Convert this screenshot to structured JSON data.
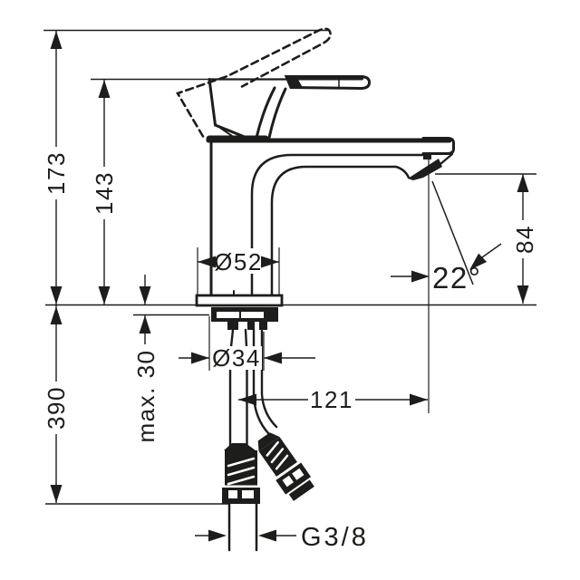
{
  "drawing": {
    "type": "technical-dimension-drawing",
    "subject": "single-lever basin mixer faucet, side view with supply hoses",
    "background_color": "#ffffff",
    "line_color": "#1d1d1b",
    "dimensions": {
      "overall_height": {
        "label": "173",
        "orientation": "vertical"
      },
      "body_height": {
        "label": "143",
        "orientation": "vertical"
      },
      "below_deck_length": {
        "label": "390",
        "orientation": "vertical"
      },
      "max_mounting_thickness": {
        "label": "max. 30",
        "orientation": "vertical"
      },
      "base_diameter": {
        "label": "Ø52",
        "orientation": "horizontal"
      },
      "shank_diameter": {
        "label": "Ø34",
        "orientation": "horizontal"
      },
      "spout_reach": {
        "label": "121",
        "orientation": "horizontal"
      },
      "spout_height": {
        "label": "84",
        "orientation": "vertical"
      },
      "spout_angle": {
        "label": "22°",
        "orientation": "horizontal"
      },
      "connection_thread": {
        "label": "G3/8",
        "orientation": "horizontal"
      }
    }
  }
}
